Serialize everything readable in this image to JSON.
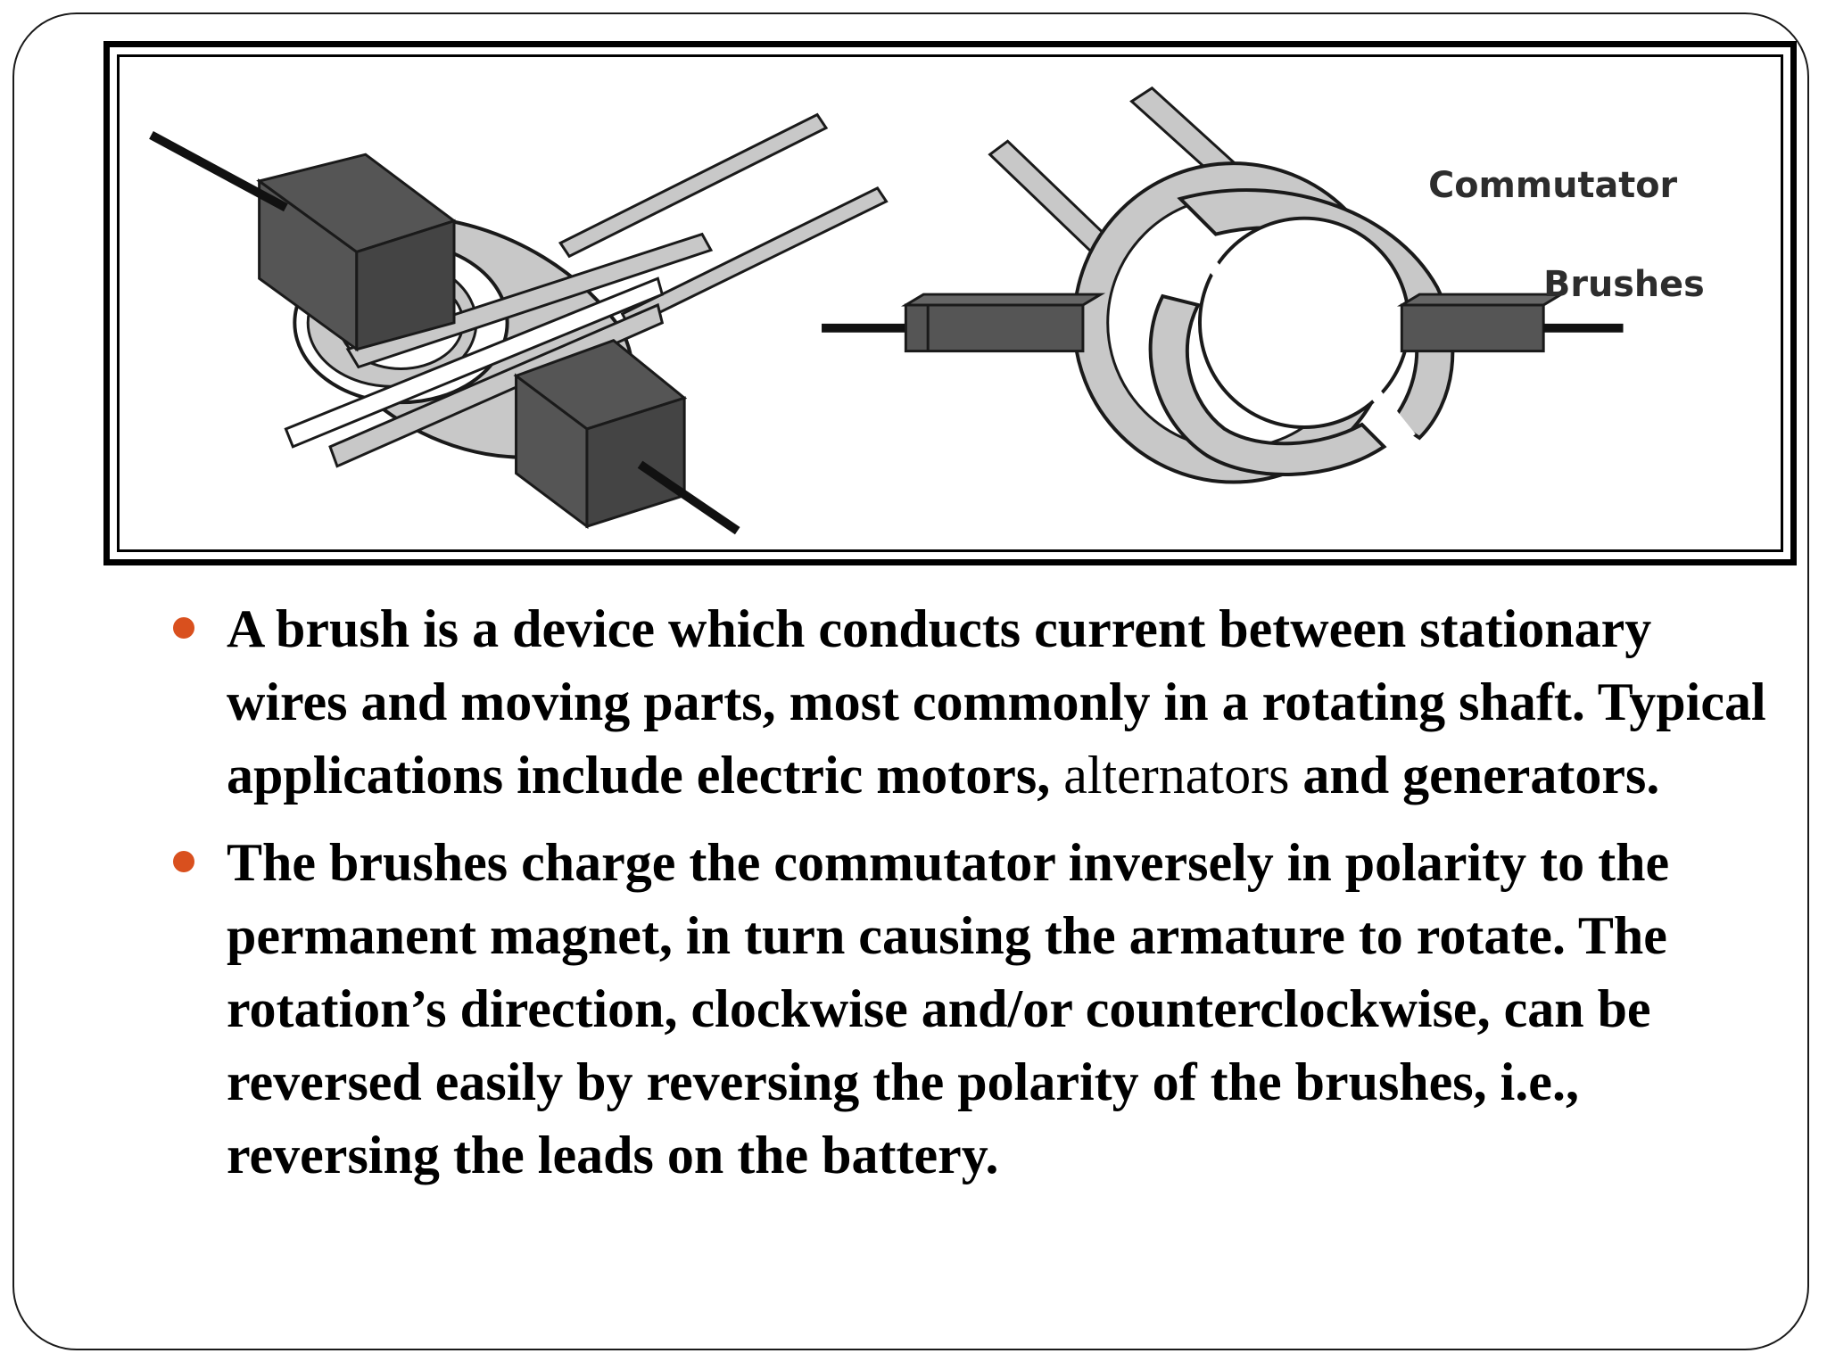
{
  "figure": {
    "label_commutator": "Commutator",
    "label_brushes": "Brushes",
    "colors": {
      "ring": "#c8c8c8",
      "brush": "#555555",
      "wire": "#111111",
      "outline": "#1a1a1a"
    }
  },
  "bullets": [
    {
      "text_part1": "A brush is a device which conducts current between stationary wires and moving parts, most commonly in a rotating shaft. Typical applications include electric motors, ",
      "text_normal": "alternators",
      "text_part2": " and generators."
    },
    {
      "text_part1": "The brushes charge the commutator inversely in polarity to the permanent magnet, in turn causing the armature to rotate. The rotation’s direction, clockwise and/or counterclockwise, can be reversed easily by reversing the polarity of the brushes, i.e., reversing the leads on the battery."
    }
  ],
  "accent_color": "#d9501e"
}
